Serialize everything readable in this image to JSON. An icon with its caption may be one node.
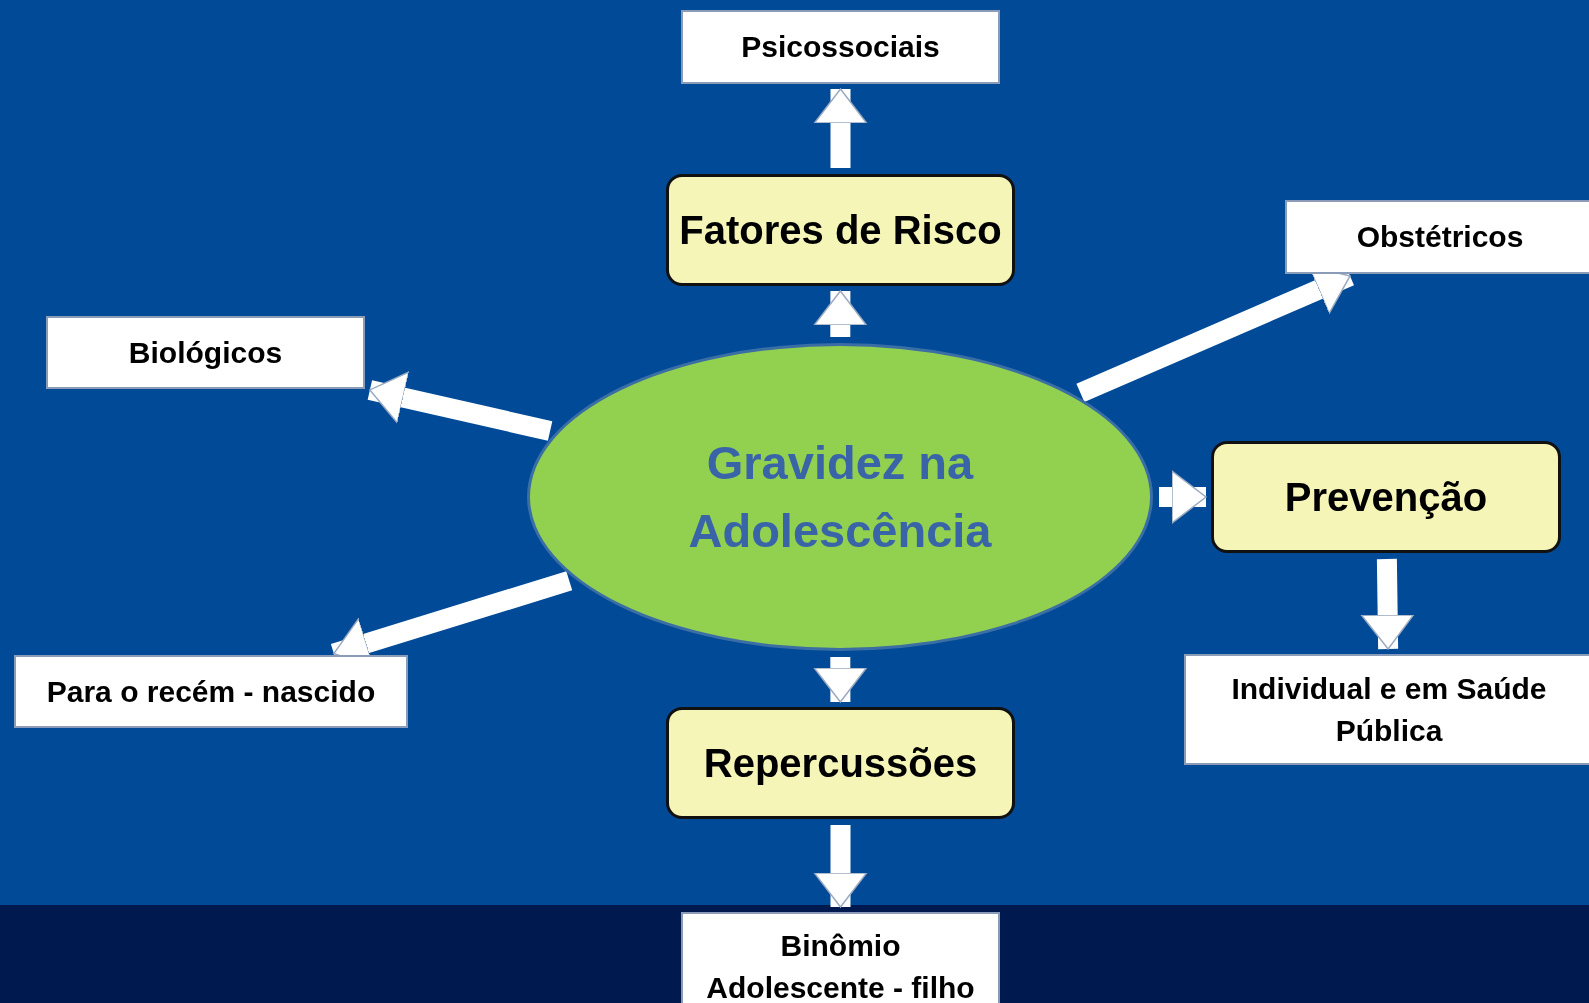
{
  "diagram": {
    "nodes": [
      {
        "text": [
          "Psicossociais"
        ]
      },
      {
        "text": [
          "Fatores de Risco"
        ]
      },
      {
        "text": [
          "Obstétricos"
        ]
      },
      {
        "text": [
          "Biológicos"
        ]
      },
      {
        "text": [
          "Gravidez na Adolescência"
        ]
      },
      {
        "text": [
          "Prevenção"
        ]
      },
      {
        "text": [
          "Para o recém - nascido"
        ]
      },
      {
        "text": [
          "Individual e em Saúde Pública"
        ]
      },
      {
        "text": [
          "Repercussões"
        ]
      },
      {
        "text": [
          "Binômio Adolescente - filho"
        ]
      }
    ],
    "edges": [
      {
        "from": 4,
        "to": 1,
        "arrow": "to"
      },
      {
        "from": 1,
        "to": 0,
        "arrow": "to"
      },
      {
        "from": 4,
        "to": 2,
        "arrow": "to"
      },
      {
        "from": 4,
        "to": 3,
        "arrow": "to"
      },
      {
        "from": 4,
        "to": 5,
        "arrow": "to"
      },
      {
        "from": 5,
        "to": 7,
        "arrow": "to"
      },
      {
        "from": 4,
        "to": 6,
        "arrow": "to"
      },
      {
        "from": 4,
        "to": 8,
        "arrow": "to"
      },
      {
        "from": 8,
        "to": 9,
        "arrow": "to"
      }
    ]
  }
}
